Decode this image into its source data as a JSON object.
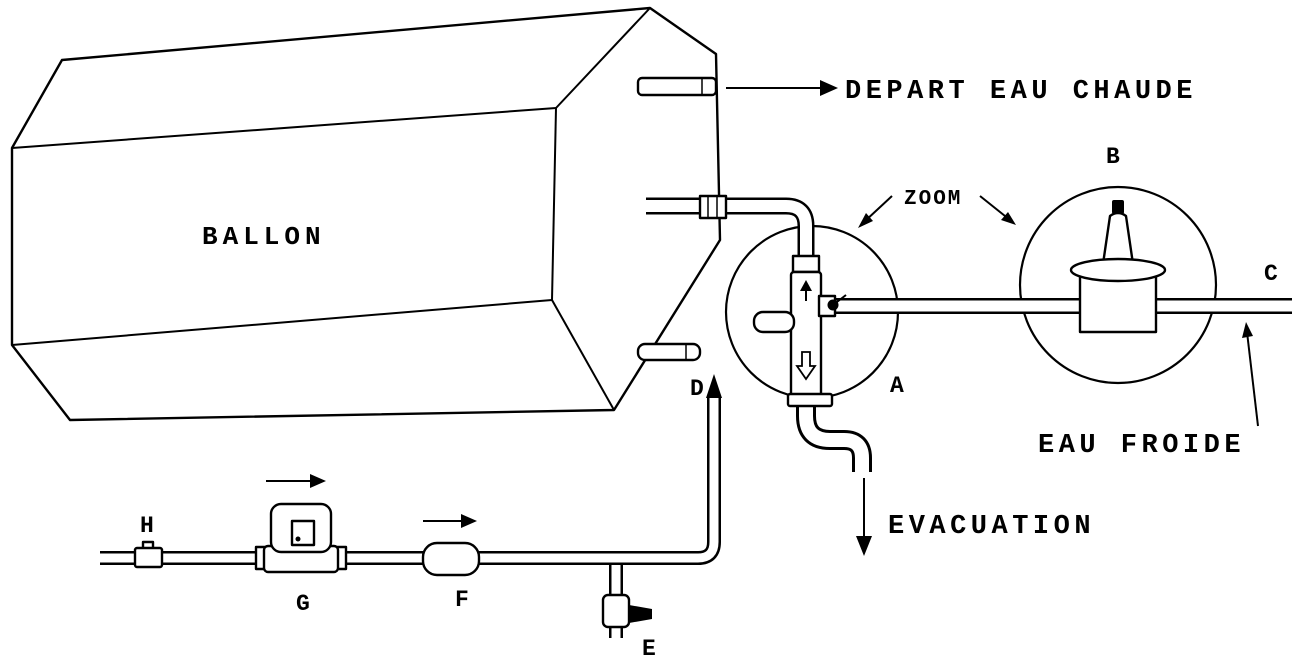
{
  "diagram": {
    "background": "#ffffff",
    "line_color": "#000000",
    "labels": {
      "tank": "BALLON",
      "hot_water_out": "DEPART EAU CHAUDE",
      "zoom": "ZOOM",
      "cold_water": "EAU FROIDE",
      "drain": "EVACUATION"
    },
    "part_letters": {
      "a": "A",
      "b": "B",
      "c": "C",
      "d": "D",
      "e": "E",
      "f": "F",
      "g": "G",
      "h": "H"
    }
  }
}
